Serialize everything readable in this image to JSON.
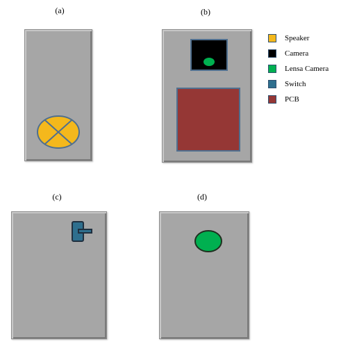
{
  "panels": {
    "a": {
      "label": "(a)"
    },
    "b": {
      "label": "(b)"
    },
    "c": {
      "label": "(c)"
    },
    "d": {
      "label": "(d)"
    }
  },
  "legend": [
    {
      "label": "Speaker",
      "color": "#f4b81c"
    },
    {
      "label": "Camera",
      "color": "#000000"
    },
    {
      "label": "Lensa Camera",
      "color": "#00b050"
    },
    {
      "label": "Switch",
      "color": "#2e6f8e"
    },
    {
      "label": "PCB",
      "color": "#953735"
    }
  ],
  "colors": {
    "enclosure": "#a6a6a6",
    "outline": "#4f6f8f"
  }
}
